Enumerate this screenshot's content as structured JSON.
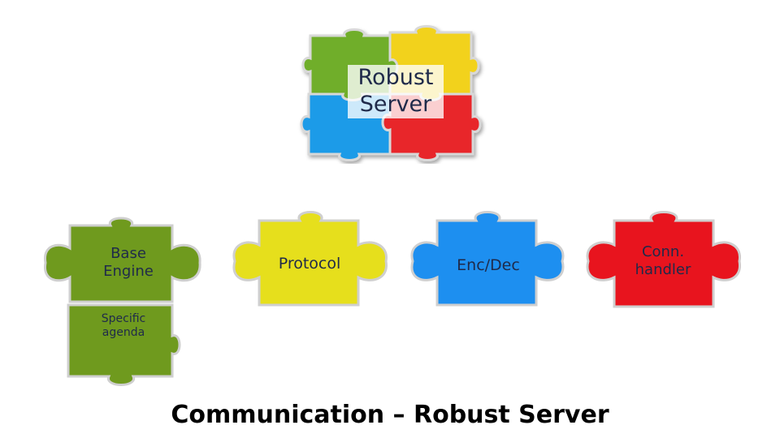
{
  "hero": {
    "label_line1": "Robust",
    "label_line2": "Server"
  },
  "pieces": {
    "base_engine": {
      "line1": "Base",
      "line2": "Engine",
      "color": "#6f9a1e"
    },
    "specific_agenda": {
      "line1": "Specific",
      "line2": "agenda",
      "color": "#6f9a1e"
    },
    "protocol": {
      "label": "Protocol",
      "color": "#e6df1c"
    },
    "enc_dec": {
      "label": "Enc/Dec",
      "color": "#1d8ff0"
    },
    "conn_handler": {
      "line1": "Conn.",
      "line2": "handler",
      "color": "#e8141e"
    }
  },
  "hero_colors": {
    "green": "#6fae2c",
    "yellow": "#f2d21a",
    "blue": "#1f9be8",
    "red": "#e8262a"
  },
  "footer": {
    "title": "Communication – Robust Server"
  }
}
